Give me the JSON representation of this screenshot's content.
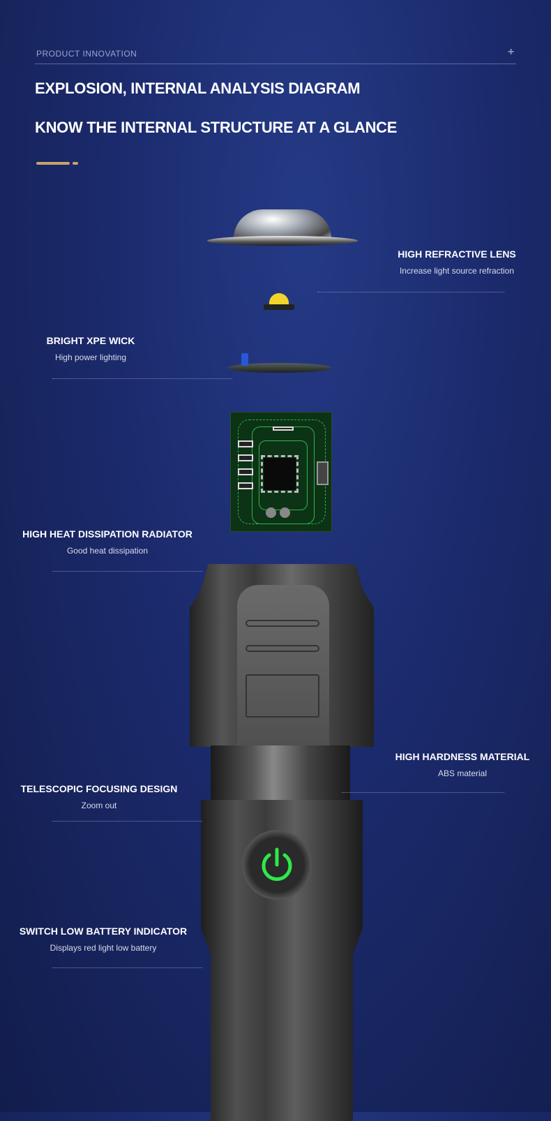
{
  "header": {
    "kicker": "PRODUCT INNOVATION",
    "plus": "+",
    "title_line1": "EXPLOSION, INTERNAL ANALYSIS DIAGRAM",
    "title_line2": "KNOW THE INTERNAL STRUCTURE AT A GLANCE"
  },
  "callouts": [
    {
      "title": "HIGH REFRACTIVE LENS",
      "subtitle": "Increase light source refraction"
    },
    {
      "title": "BRIGHT XPE WICK",
      "subtitle": "High power lighting"
    },
    {
      "title": "HIGH HEAT DISSIPATION RADIATOR",
      "subtitle": "Good heat dissipation"
    },
    {
      "title": "HIGH HARDNESS MATERIAL",
      "subtitle": "ABS material"
    },
    {
      "title": "TELESCOPIC FOCUSING DESIGN",
      "subtitle": "Zoom out"
    },
    {
      "title": "SWITCH LOW BATTERY INDICATOR",
      "subtitle": "Displays red light low battery"
    }
  ],
  "colors": {
    "accent": "#c9a46a",
    "power_icon": "#2ee84a",
    "background": "#1b2a6c"
  }
}
